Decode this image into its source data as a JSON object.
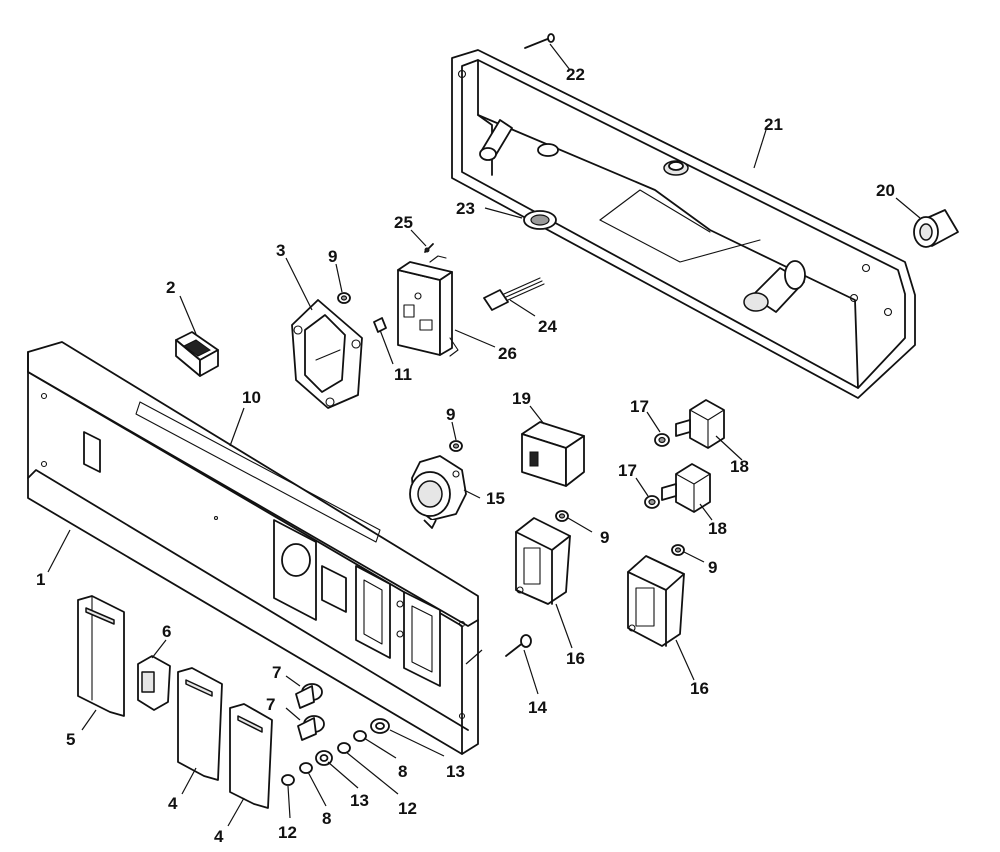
{
  "callouts": {
    "c1": "1",
    "c2": "2",
    "c3": "3",
    "c4a": "4",
    "c4b": "4",
    "c5": "5",
    "c6": "6",
    "c7a": "7",
    "c7b": "7",
    "c8a": "8",
    "c8b": "8",
    "c9a": "9",
    "c9b": "9",
    "c9c": "9",
    "c9d": "9",
    "c10": "10",
    "c11": "11",
    "c12a": "12",
    "c12b": "12",
    "c13a": "13",
    "c13b": "13",
    "c14": "14",
    "c15": "15",
    "c16a": "16",
    "c16b": "16",
    "c17a": "17",
    "c17b": "17",
    "c18a": "18",
    "c18b": "18",
    "c19": "19",
    "c20": "20",
    "c21": "21",
    "c22": "22",
    "c23": "23",
    "c24": "24",
    "c25": "25",
    "c26": "26"
  }
}
